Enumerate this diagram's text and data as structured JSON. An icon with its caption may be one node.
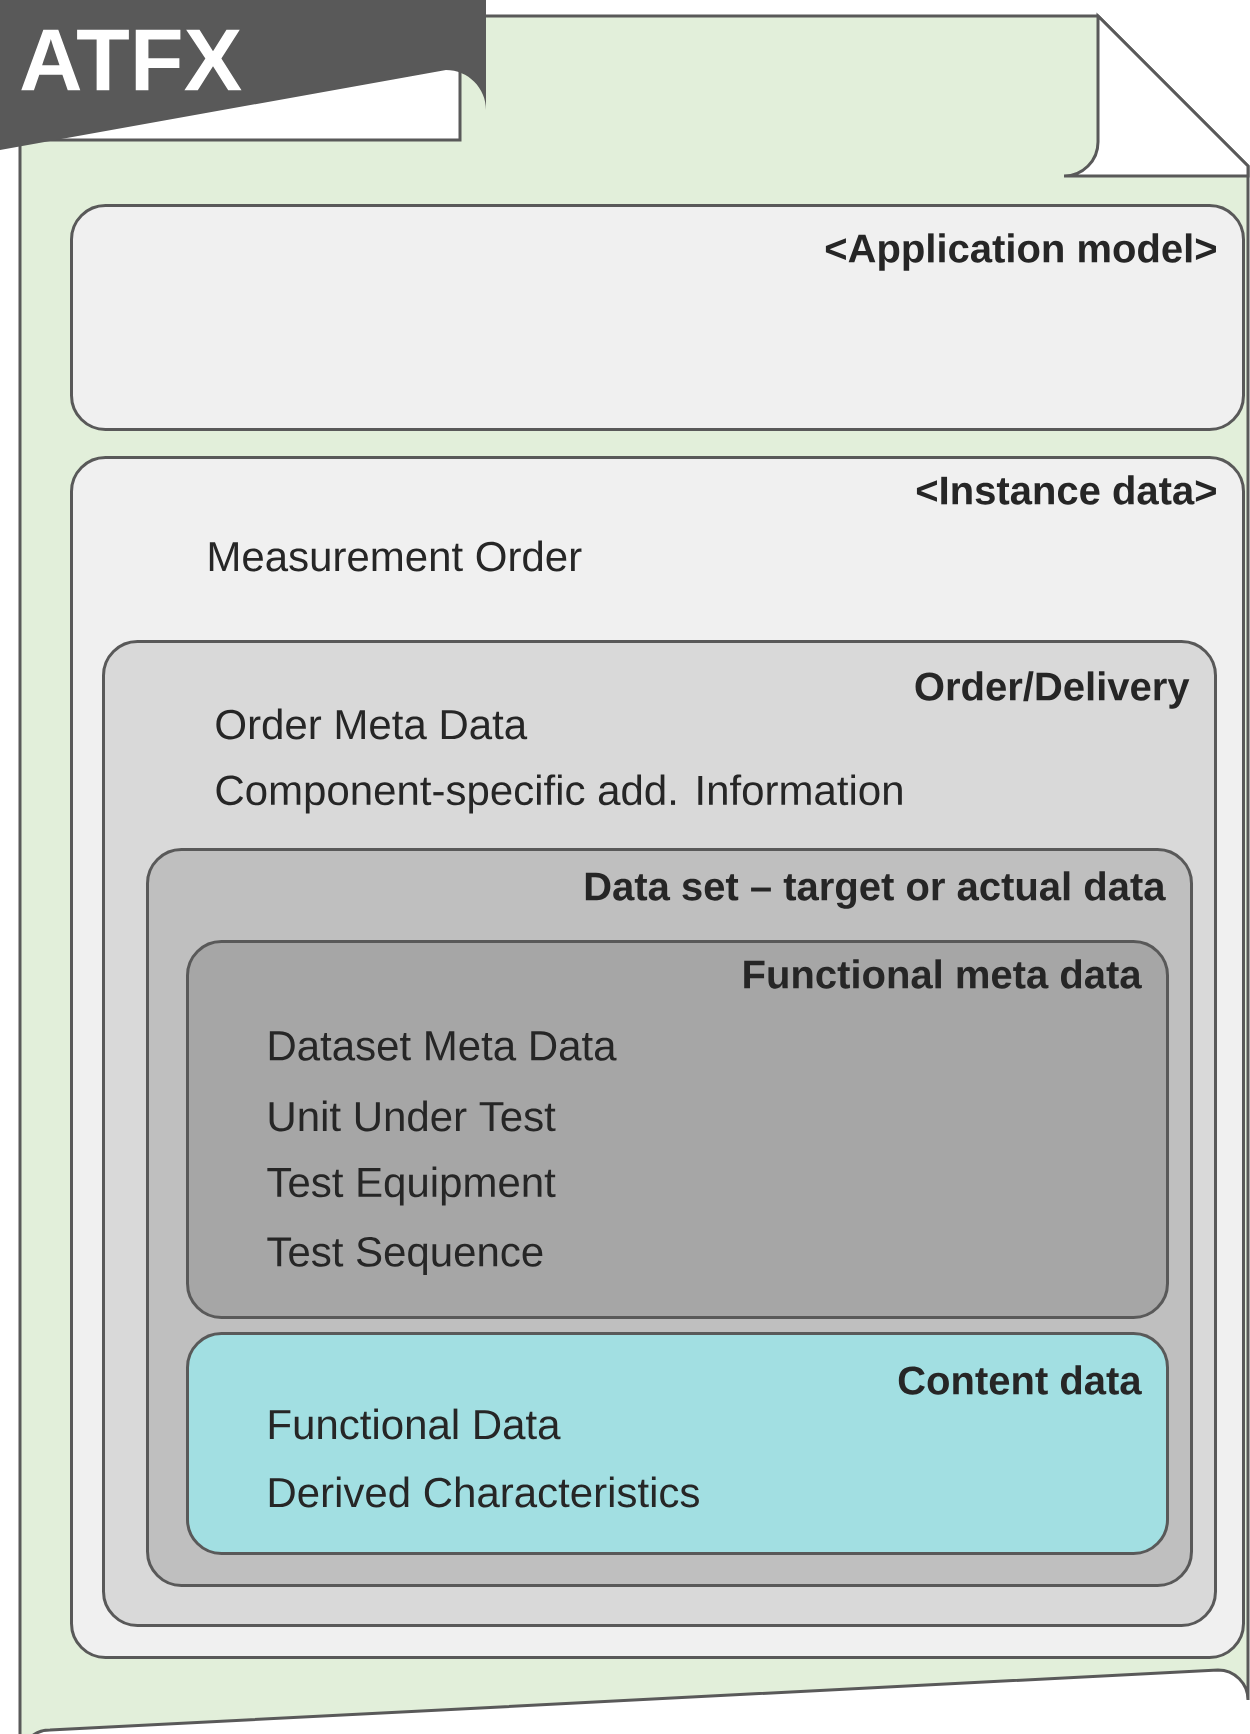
{
  "diagram": {
    "nodes": [
      {
        "text": [
          "ATFX"
        ]
      },
      {
        "text": [
          "<Application model>"
        ],
        "in": 0
      },
      {
        "text": [
          "<Instance data>",
          "Measurement Order"
        ],
        "in": 0
      },
      {
        "text": [
          "Order/Delivery",
          "Order Meta Data",
          "Component-specific add. Information"
        ],
        "in": 2
      },
      {
        "text": [
          "Data set – target or actual data"
        ],
        "in": 3
      },
      {
        "text": [
          "Functional meta data",
          "Dataset Meta Data",
          "Unit Under Test",
          "Test Equipment",
          "Test Sequence"
        ],
        "in": 4
      },
      {
        "text": [
          "Content data",
          "Functional Data",
          "Derived Characteristics"
        ],
        "in": 4
      }
    ]
  }
}
